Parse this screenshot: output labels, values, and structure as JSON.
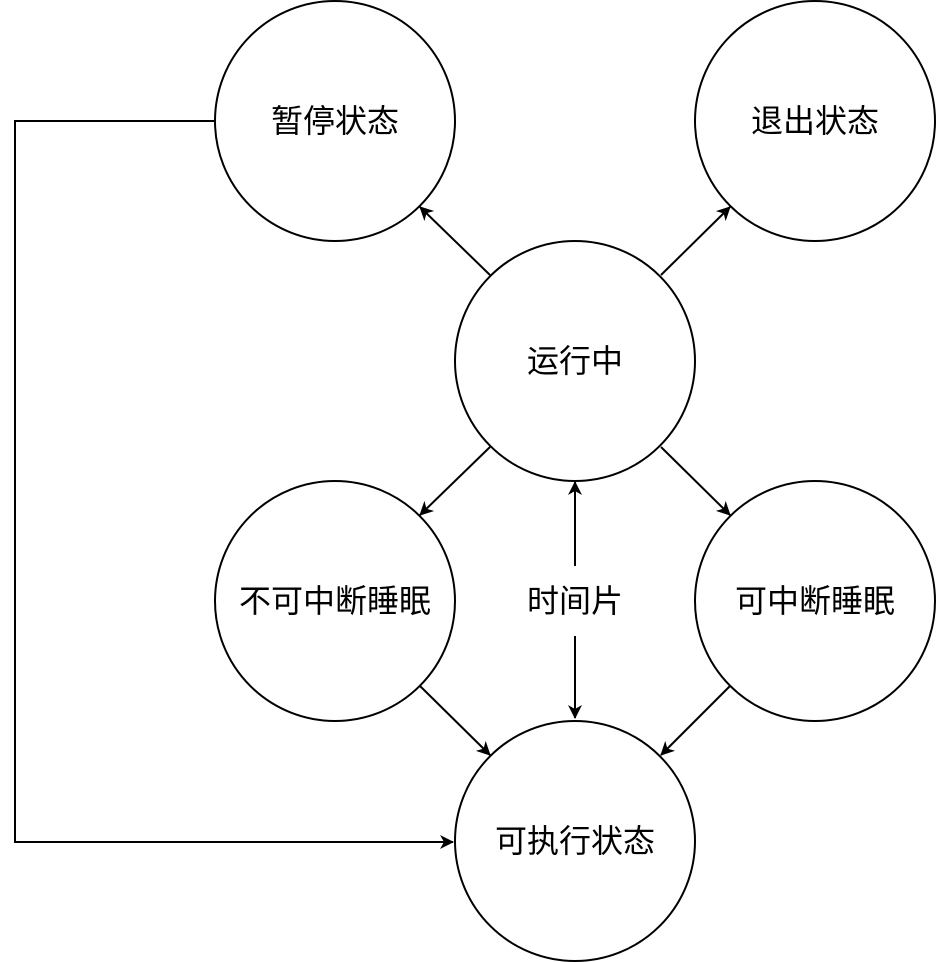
{
  "colors": {
    "stroke": "#000000",
    "background": "#ffffff",
    "text": "#000000"
  },
  "nodes": {
    "paused": "暂停状态",
    "exited": "退出状态",
    "running": "运行中",
    "uninterruptible_sleep": "不可中断睡眠",
    "interruptible_sleep": "可中断睡眠",
    "runnable": "可执行状态"
  },
  "edges": {
    "time_slice_label": "时间片"
  }
}
